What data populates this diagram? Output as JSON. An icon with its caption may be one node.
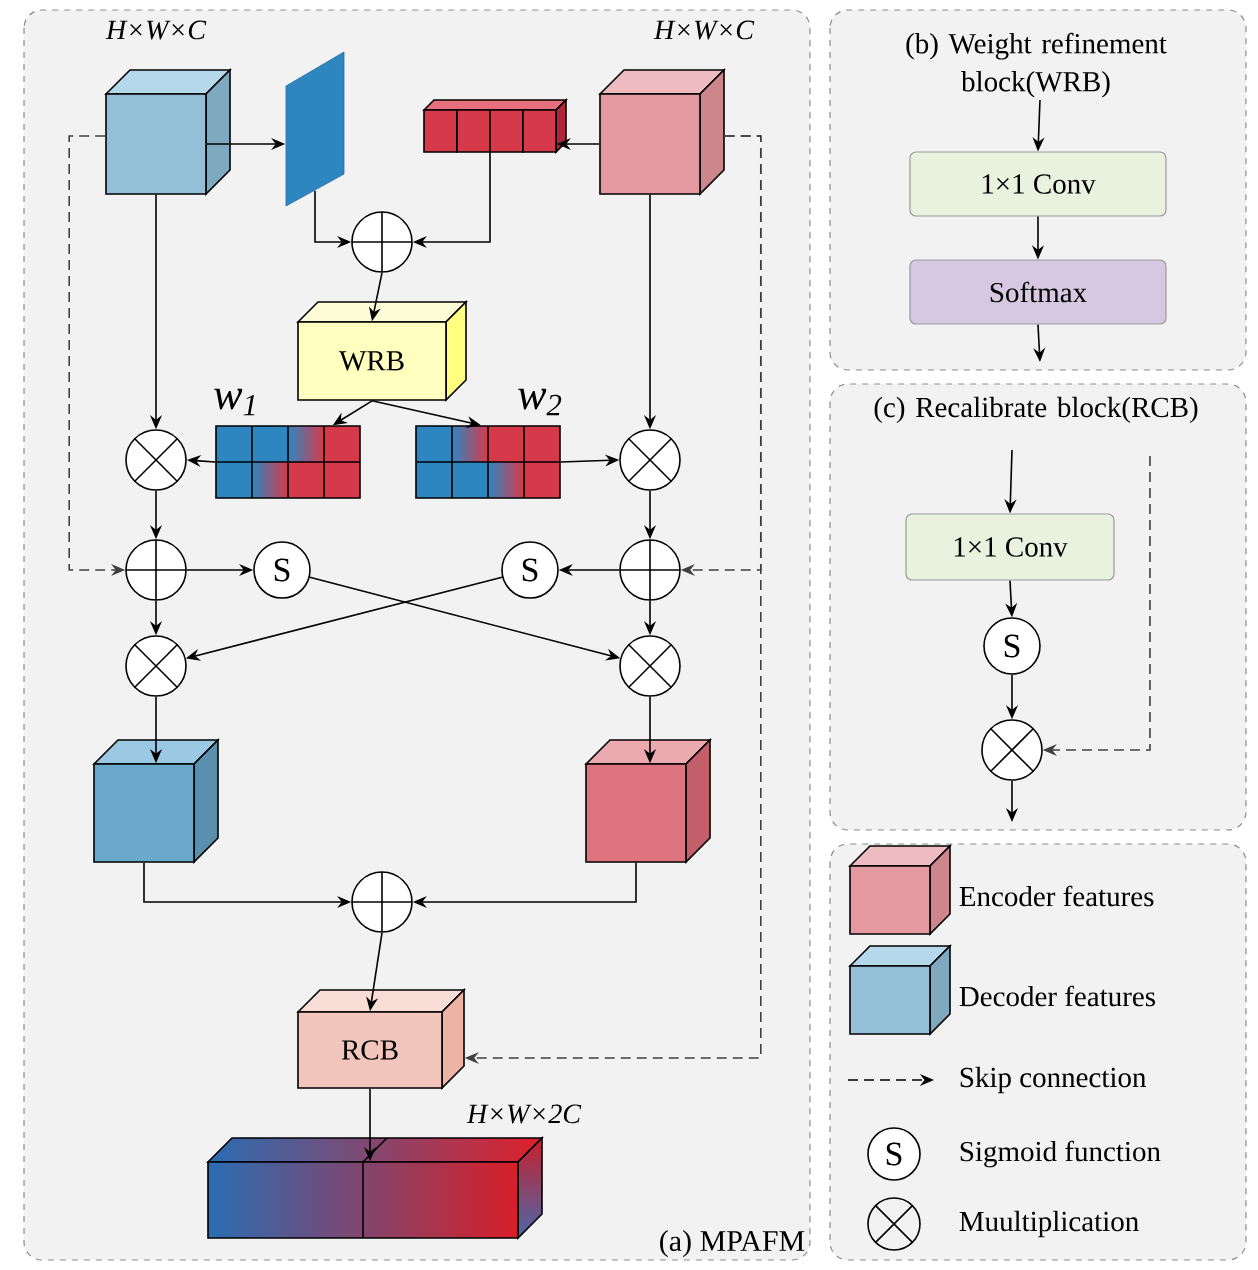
{
  "diagram": {
    "nodes": [
      {
        "text": [
          "(a) MPAFM"
        ]
      },
      {
        "text": [],
        "shape": "box",
        "beside": [
          "H×W×C"
        ],
        "in": 0
      },
      {
        "text": [],
        "shape": "box",
        "in": 0
      },
      {
        "text": [],
        "shape": "box",
        "in": 0
      },
      {
        "text": [],
        "shape": "box",
        "beside": [
          "H×W×C"
        ],
        "in": 0
      },
      {
        "text": [],
        "shape": "circle",
        "in": 0
      },
      {
        "text": [
          "WRB"
        ],
        "in": 0
      },
      {
        "text": [],
        "shape": "box",
        "beside": [
          "w$_{1}$"
        ],
        "in": 0
      },
      {
        "text": [],
        "shape": "box",
        "beside": [
          "w$_{2}$"
        ],
        "in": 0
      },
      {
        "text": [],
        "shape": "circle",
        "in": 0
      },
      {
        "text": [],
        "shape": "circle",
        "in": 0
      },
      {
        "text": [],
        "shape": "circle",
        "in": 0
      },
      {
        "text": [
          "S"
        ],
        "in": 0
      },
      {
        "text": [
          "S"
        ],
        "in": 0
      },
      {
        "text": [],
        "shape": "circle",
        "in": 0
      },
      {
        "text": [],
        "shape": "circle",
        "in": 0
      },
      {
        "text": [],
        "shape": "circle",
        "in": 0
      },
      {
        "text": [],
        "shape": "box",
        "in": 0
      },
      {
        "text": [],
        "shape": "box",
        "in": 0
      },
      {
        "text": [],
        "shape": "circle",
        "in": 0
      },
      {
        "text": [
          "RCB"
        ],
        "in": 0
      },
      {
        "text": [],
        "shape": "box",
        "beside": [
          "H×W×2C"
        ],
        "in": 0
      },
      {
        "text": [
          "(b) Weight refinement block(WRB)"
        ]
      },
      {
        "text": [
          "1×1 Conv"
        ],
        "in": 22
      },
      {
        "text": [
          "Softmax"
        ],
        "in": 22
      },
      {
        "text": [
          "(c) Recalibrate block(RCB)"
        ]
      },
      {
        "text": [
          "1×1 Conv"
        ],
        "in": 25
      },
      {
        "text": [
          "S"
        ],
        "in": 25
      },
      {
        "text": [],
        "shape": "circle",
        "in": 25
      }
    ],
    "edges": [
      {
        "from": 1,
        "to": 2,
        "arrow": "to"
      },
      {
        "from": 4,
        "to": 3,
        "arrow": "to"
      },
      {
        "from": 2,
        "to": 5,
        "arrow": "to"
      },
      {
        "from": 3,
        "to": 5,
        "arrow": "to"
      },
      {
        "from": 5,
        "to": 6,
        "arrow": "to"
      },
      {
        "from": 6,
        "to": 7,
        "arrow": "to"
      },
      {
        "from": 6,
        "to": 8,
        "arrow": "to"
      },
      {
        "from": 1,
        "to": 9,
        "arrow": "to"
      },
      {
        "from": 7,
        "to": 9,
        "arrow": "to"
      },
      {
        "from": 4,
        "to": 10,
        "arrow": "to"
      },
      {
        "from": 8,
        "to": 10,
        "arrow": "to"
      },
      {
        "from": 9,
        "to": 11,
        "arrow": "to"
      },
      {
        "from": 10,
        "to": 14,
        "arrow": "to"
      },
      {
        "from": 1,
        "to": 11,
        "arrow": "to",
        "style": "dashed"
      },
      {
        "from": 4,
        "to": 14,
        "arrow": "to",
        "style": "dashed"
      },
      {
        "from": 4,
        "to": 20,
        "arrow": "to",
        "style": "dashed"
      },
      {
        "from": 11,
        "to": 12,
        "arrow": "to"
      },
      {
        "from": 14,
        "to": 13,
        "arrow": "to"
      },
      {
        "from": 11,
        "to": 15,
        "arrow": "to"
      },
      {
        "from": 14,
        "to": 16,
        "arrow": "to"
      },
      {
        "from": 12,
        "to": 16,
        "arrow": "to"
      },
      {
        "from": 13,
        "to": 15,
        "arrow": "to"
      },
      {
        "from": 15,
        "to": 17,
        "arrow": "to"
      },
      {
        "from": 16,
        "to": 18,
        "arrow": "to"
      },
      {
        "from": 17,
        "to": 19,
        "arrow": "to"
      },
      {
        "from": 18,
        "to": 19,
        "arrow": "to"
      },
      {
        "from": 19,
        "to": 20,
        "arrow": "to"
      },
      {
        "from": 20,
        "to": 21,
        "arrow": "to"
      },
      {
        "from": null,
        "to": 23,
        "arrow": "to"
      },
      {
        "from": 23,
        "to": 24,
        "arrow": "to"
      },
      {
        "from": 24,
        "to": null,
        "arrow": "to"
      },
      {
        "from": null,
        "to": 26,
        "arrow": "to"
      },
      {
        "from": 26,
        "to": 27,
        "arrow": "to"
      },
      {
        "from": 27,
        "to": 28,
        "arrow": "to"
      },
      {
        "from": 28,
        "to": null,
        "arrow": "to"
      },
      {
        "from": null,
        "to": 28,
        "arrow": "to",
        "style": "dashed"
      }
    ],
    "labels": [
      "S"
    ],
    "legend": [
      {
        "text": "Encoder features"
      },
      {
        "text": "Decoder features"
      },
      {
        "text": "Skip connection"
      },
      {
        "text": "Sigmoid function"
      },
      {
        "text": "Muultiplication"
      }
    ]
  }
}
